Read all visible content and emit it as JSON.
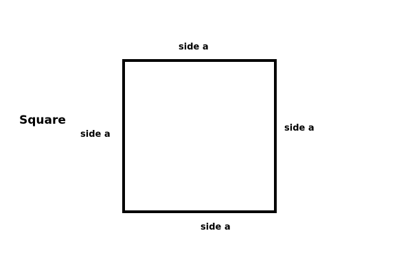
{
  "diagram": {
    "title": "Square",
    "shape": "square",
    "labels": {
      "top": "side a",
      "left": "side a",
      "right": "side a",
      "bottom": "side a"
    }
  },
  "colors": {
    "stroke": "#000000",
    "background": "#ffffff",
    "text": "#000000"
  }
}
